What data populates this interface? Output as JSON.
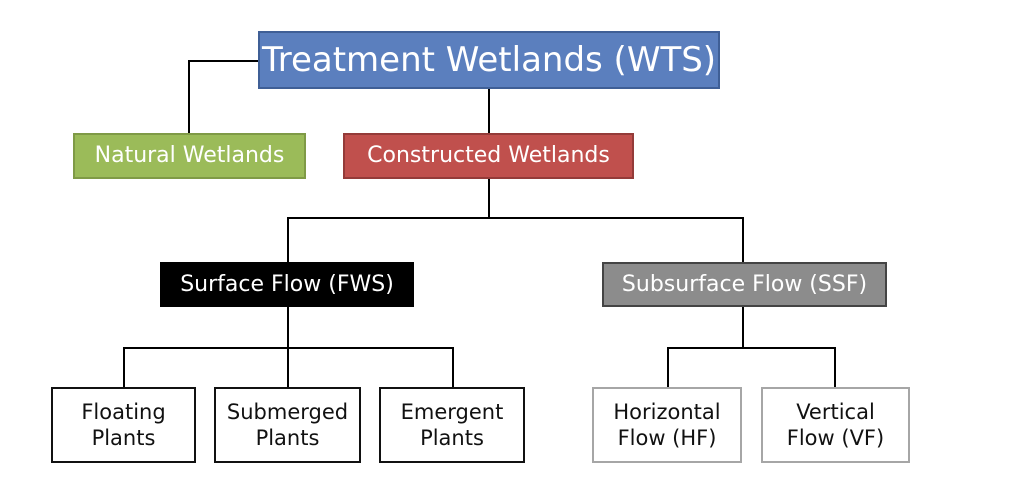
{
  "diagram": {
    "root": "Treatment Wetlands (WTS)",
    "natural": "Natural Wetlands",
    "constructed": "Constructed Wetlands",
    "surface_flow": "Surface Flow (FWS)",
    "subsurface_flow": "Subsurface Flow (SSF)",
    "surface_children": [
      {
        "line1": "Floating",
        "line2": "Plants"
      },
      {
        "line1": "Submerged",
        "line2": "Plants"
      },
      {
        "line1": "Emergent",
        "line2": "Plants"
      }
    ],
    "subsurface_children": [
      {
        "line1": "Horizontal",
        "line2": "Flow (HF)"
      },
      {
        "line1": "Vertical",
        "line2": "Flow (VF)"
      }
    ]
  },
  "colors": {
    "root": "#5b7fbe",
    "natural": "#9bbb59",
    "constructed": "#c0504d",
    "surface_flow": "#000000",
    "subsurface_flow": "#8c8c8c"
  }
}
